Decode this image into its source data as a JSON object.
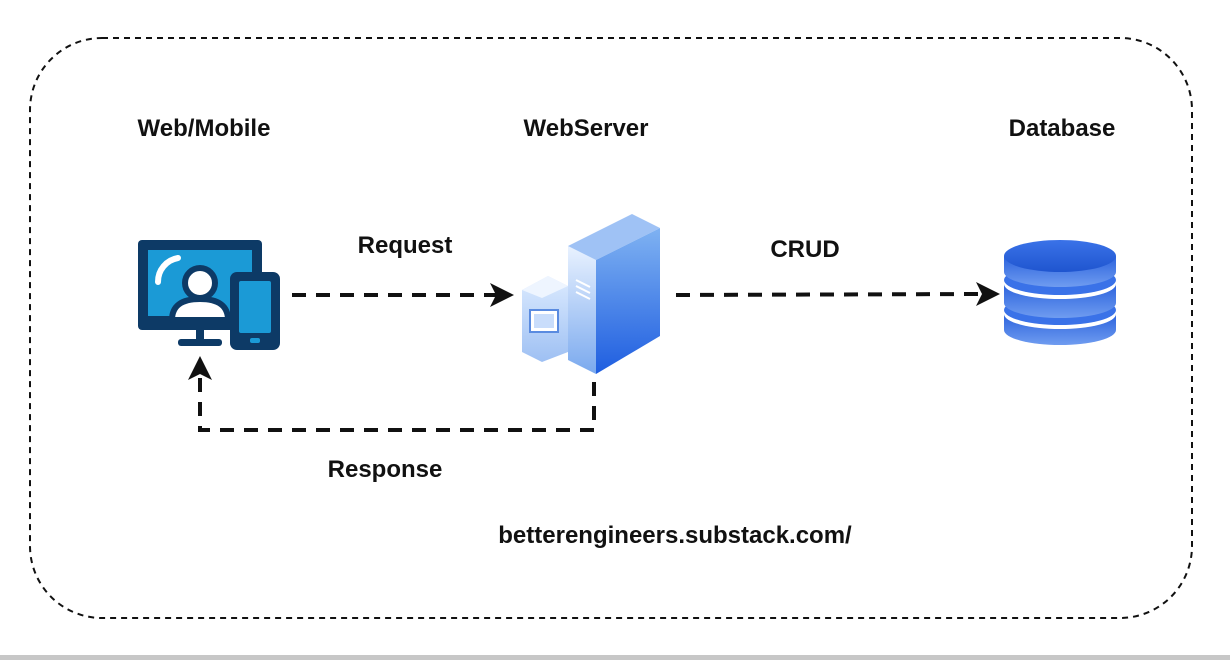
{
  "nodes": {
    "client": {
      "title": "Web/Mobile",
      "icon": "monitor-user-phone-icon"
    },
    "server": {
      "title": "WebServer",
      "icon": "server-tower-icon"
    },
    "database": {
      "title": "Database",
      "icon": "database-cylinder-icon"
    }
  },
  "edges": {
    "request": {
      "label": "Request",
      "from": "client",
      "to": "server"
    },
    "crud": {
      "label": "CRUD",
      "from": "server",
      "to": "database"
    },
    "response": {
      "label": "Response",
      "from": "server",
      "to": "client"
    }
  },
  "footer": {
    "url": "betterengineers.substack.com/"
  },
  "colors": {
    "client_icon_dark": "#0d3a66",
    "client_icon_fill": "#1b9ad6",
    "server_blue": "#2f6fe0",
    "server_light": "#cfe2fb",
    "database_blue": "#3b6fe0",
    "line": "#111111"
  }
}
